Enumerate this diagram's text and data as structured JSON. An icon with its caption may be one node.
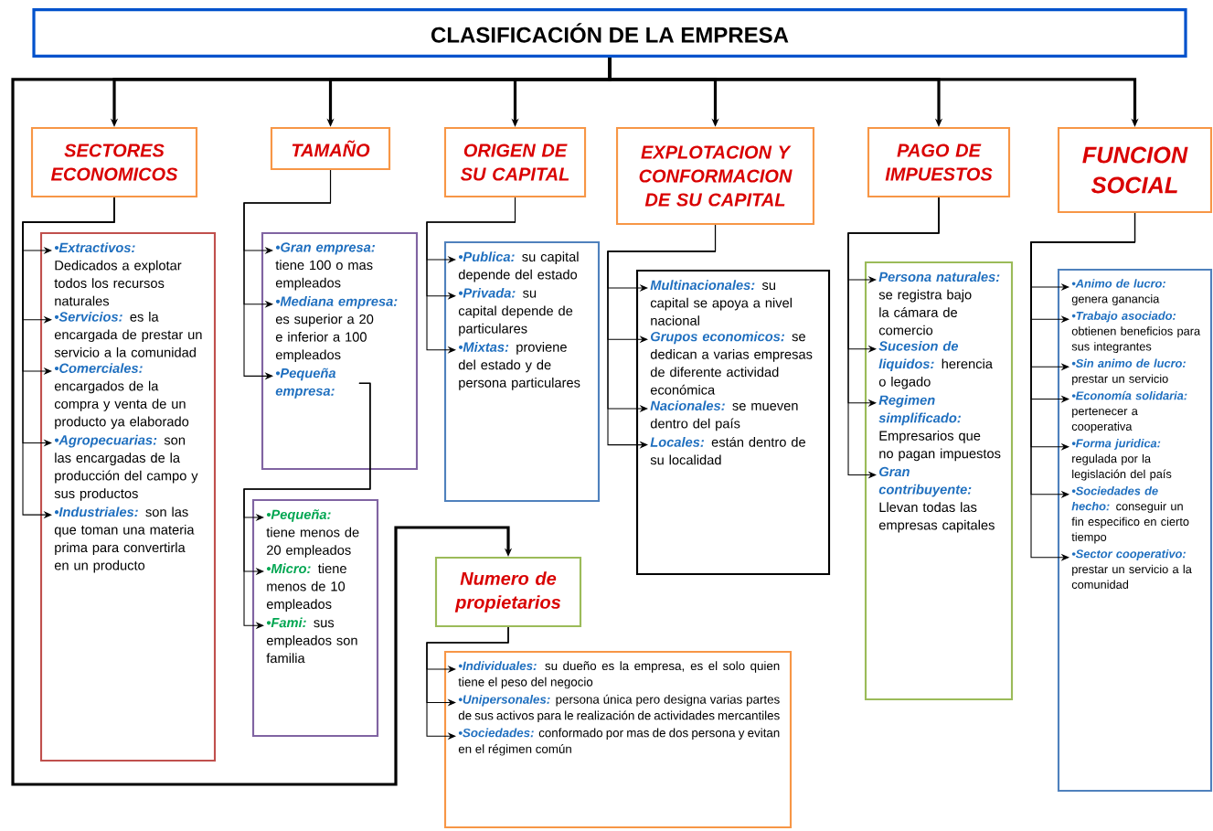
{
  "diagram": {
    "nodes": [
      {
        "text": [
          "CLASIFICACIÓN DE LA EMPRESA"
        ]
      },
      {
        "text": [
          "SECTORES ECONOMICOS"
        ]
      },
      {
        "text": [
          "TAMAÑO"
        ]
      },
      {
        "text": [
          "ORIGEN DE SU CAPITAL"
        ]
      },
      {
        "text": [
          "EXPLOTACION Y CONFORMACION DE SU CAPITAL"
        ]
      },
      {
        "text": [
          "PAGO DE IMPUESTOS"
        ]
      },
      {
        "text": [
          "FUNCION SOCIAL"
        ]
      },
      {
        "text": [],
        "shape": "box"
      },
      {
        "text": [
          "•Extractivos:",
          "Dedicados a explotar todos los recursos naturales"
        ],
        "in": 7
      },
      {
        "text": [
          "•Servicios:",
          "es la encargada de prestar un servicio a la comunidad"
        ],
        "in": 7
      },
      {
        "text": [
          "•Comerciales:",
          "encargados de la compra y venta de un producto ya elaborado"
        ],
        "in": 7
      },
      {
        "text": [
          "•Agropecuarias:",
          "son las encargadas de la producción del campo y sus productos"
        ],
        "in": 7
      },
      {
        "text": [
          "•Industriales:",
          "son las que toman una materia prima para convertirla en un producto"
        ],
        "in": 7
      },
      {
        "text": [],
        "shape": "box"
      },
      {
        "text": [
          "•Gran empresa:",
          "tiene 100 o mas empleados"
        ],
        "in": 13
      },
      {
        "text": [
          "•Mediana empresa:",
          "es superior a 20 e inferior a 100 empleados"
        ],
        "in": 13
      },
      {
        "text": [
          "•Pequeña empresa:"
        ],
        "in": 13
      },
      {
        "text": [],
        "shape": "box"
      },
      {
        "text": [
          "•Pequeña:",
          "tiene menos de 20 empleados"
        ],
        "in": 17
      },
      {
        "text": [
          "•Micro:",
          "tiene menos de 10 empleados"
        ],
        "in": 17
      },
      {
        "text": [
          "•Fami:",
          "sus empleados son familia"
        ],
        "in": 17
      },
      {
        "text": [],
        "shape": "box"
      },
      {
        "text": [
          "•Publica:",
          "su capital depende del estado"
        ],
        "in": 21
      },
      {
        "text": [
          "•Privada:",
          "su capital depende de particulares"
        ],
        "in": 21
      },
      {
        "text": [
          "•Mixtas:",
          "proviene del estado y de persona particulares"
        ],
        "in": 21
      },
      {
        "text": [],
        "shape": "box"
      },
      {
        "text": [
          "Multinacionales:",
          "su capital se apoya a nivel nacional"
        ],
        "in": 25
      },
      {
        "text": [
          "Grupos economicos:",
          "se dedican a varias empresas de diferente actividad económica"
        ],
        "in": 25
      },
      {
        "text": [
          "Nacionales:",
          "se mueven dentro del país"
        ],
        "in": 25
      },
      {
        "text": [
          "Locales:",
          "están dentro de su localidad"
        ],
        "in": 25
      },
      {
        "text": [],
        "shape": "box"
      },
      {
        "text": [
          "Persona naturales:",
          "se registra bajo la cámara de comercio"
        ],
        "in": 30
      },
      {
        "text": [
          "Sucesion de liquidos:",
          "herencia o legado"
        ],
        "in": 30
      },
      {
        "text": [
          "Regimen simplificado:",
          "Empresarios que no pagan impuestos"
        ],
        "in": 30
      },
      {
        "text": [
          "Gran contribuyente:",
          "Llevan todas las empresas capitales"
        ],
        "in": 30
      },
      {
        "text": [],
        "shape": "box"
      },
      {
        "text": [
          "•Animo de lucro:",
          "genera ganancia"
        ],
        "in": 35
      },
      {
        "text": [
          "•Trabajo asociado:",
          "obtienen beneficios para sus integrantes"
        ],
        "in": 35
      },
      {
        "text": [
          "•Sin animo de lucro:",
          "prestar un servicio"
        ],
        "in": 35
      },
      {
        "text": [
          "•Economía solidaria:",
          "pertenecer a cooperativa"
        ],
        "in": 35
      },
      {
        "text": [
          "•Forma juridica:",
          "regulada por la legislación del país"
        ],
        "in": 35
      },
      {
        "text": [
          "•Sociedades de hecho:",
          "conseguir un fin especifico en cierto tiempo"
        ],
        "in": 35
      },
      {
        "text": [
          "•Sector cooperativo:",
          "prestar un servicio a la comunidad"
        ],
        "in": 35
      },
      {
        "text": [
          "Numero de propietarios"
        ]
      },
      {
        "text": [],
        "shape": "box"
      },
      {
        "text": [
          "•Individuales:",
          "su dueño es la empresa, es el solo quien tiene el peso del negocio"
        ],
        "in": 44
      },
      {
        "text": [
          "•Unipersonales:",
          "persona única pero designa varias partes de sus activos para le realización de actividades mercantiles"
        ],
        "in": 44
      },
      {
        "text": [
          "•Sociedades:",
          "conformado por mas de dos persona y evitan en el régimen común"
        ],
        "in": 44
      }
    ],
    "edges": [
      {
        "from": 0,
        "to": 1,
        "arrow": "to",
        "style": "thick"
      },
      {
        "from": 0,
        "to": 2,
        "arrow": "to",
        "style": "thick"
      },
      {
        "from": 0,
        "to": 3,
        "arrow": "to",
        "style": "thick"
      },
      {
        "from": 0,
        "to": 4,
        "arrow": "to",
        "style": "thick"
      },
      {
        "from": 0,
        "to": 5,
        "arrow": "to",
        "style": "thick"
      },
      {
        "from": 0,
        "to": 6,
        "arrow": "to",
        "style": "thick"
      },
      {
        "from": 0,
        "to": 43,
        "arrow": "to",
        "style": "thick"
      },
      {
        "from": 1,
        "to": 8,
        "arrow": "to"
      },
      {
        "from": 1,
        "to": 9,
        "arrow": "to"
      },
      {
        "from": 1,
        "to": 10,
        "arrow": "to"
      },
      {
        "from": 1,
        "to": 11,
        "arrow": "to"
      },
      {
        "from": 1,
        "to": 12,
        "arrow": "to"
      },
      {
        "from": 2,
        "to": 14,
        "arrow": "to"
      },
      {
        "from": 2,
        "to": 15,
        "arrow": "to"
      },
      {
        "from": 2,
        "to": 16,
        "arrow": "to"
      },
      {
        "from": 16,
        "to": 18,
        "arrow": "to"
      },
      {
        "from": 16,
        "to": 19,
        "arrow": "to"
      },
      {
        "from": 16,
        "to": 20,
        "arrow": "to"
      },
      {
        "from": 3,
        "to": 22,
        "arrow": "to"
      },
      {
        "from": 3,
        "to": 23,
        "arrow": "to"
      },
      {
        "from": 3,
        "to": 24,
        "arrow": "to"
      },
      {
        "from": 4,
        "to": 26,
        "arrow": "to"
      },
      {
        "from": 4,
        "to": 27,
        "arrow": "to"
      },
      {
        "from": 4,
        "to": 28,
        "arrow": "to"
      },
      {
        "from": 4,
        "to": 29,
        "arrow": "to"
      },
      {
        "from": 5,
        "to": 31,
        "arrow": "to"
      },
      {
        "from": 5,
        "to": 32,
        "arrow": "to"
      },
      {
        "from": 5,
        "to": 33,
        "arrow": "to"
      },
      {
        "from": 5,
        "to": 34,
        "arrow": "to"
      },
      {
        "from": 6,
        "to": 36,
        "arrow": "to"
      },
      {
        "from": 6,
        "to": 37,
        "arrow": "to"
      },
      {
        "from": 6,
        "to": 38,
        "arrow": "to"
      },
      {
        "from": 6,
        "to": 39,
        "arrow": "to"
      },
      {
        "from": 6,
        "to": 40,
        "arrow": "to"
      },
      {
        "from": 6,
        "to": 41,
        "arrow": "to"
      },
      {
        "from": 6,
        "to": 42,
        "arrow": "to"
      },
      {
        "from": 43,
        "to": 45,
        "arrow": "to"
      },
      {
        "from": 43,
        "to": 46,
        "arrow": "to"
      },
      {
        "from": 43,
        "to": 47,
        "arrow": "to"
      }
    ]
  }
}
